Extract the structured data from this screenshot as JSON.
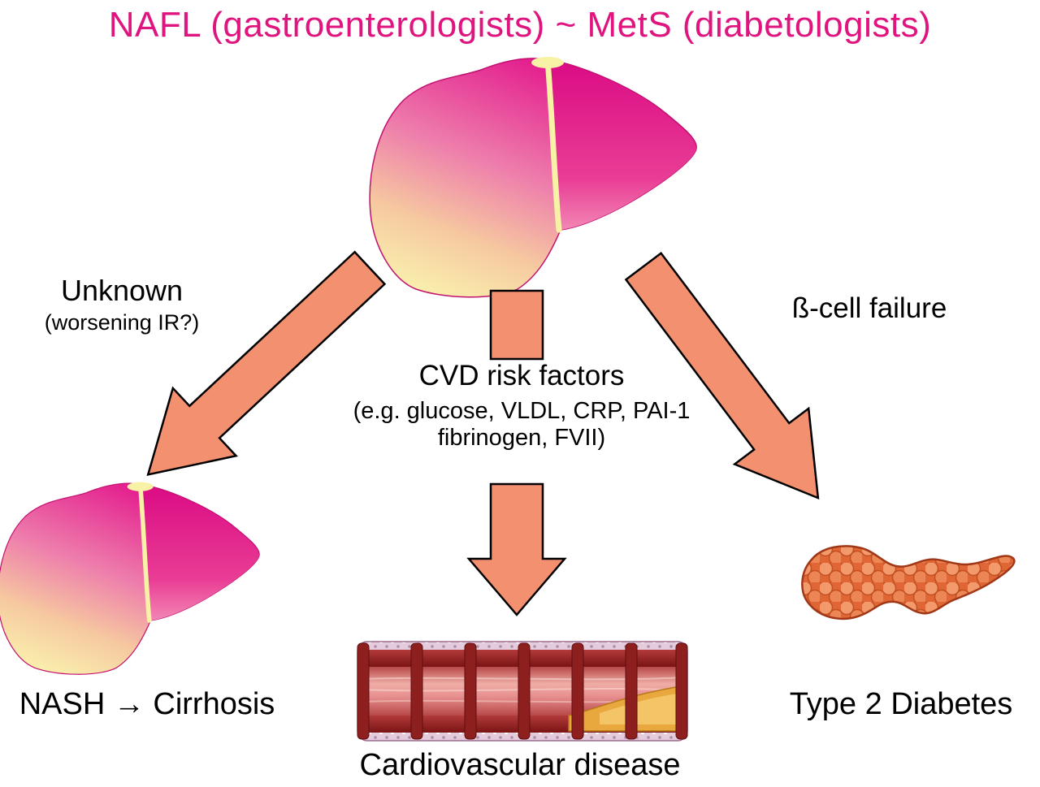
{
  "title": "NAFL (gastroenterologists) ~ MetS (diabetologists)",
  "pathways": {
    "left": {
      "cause": "Unknown",
      "cause_detail": "(worsening IR?)",
      "outcome": "NASH → Cirrhosis"
    },
    "center": {
      "cause": "CVD risk factors",
      "cause_detail_line1": "(e.g. glucose, VLDL, CRP, PAI-1",
      "cause_detail_line2": "fibrinogen, FVII)",
      "outcome": "Cardiovascular disease"
    },
    "right": {
      "cause": "ß-cell failure",
      "outcome": "Type 2 Diabetes"
    }
  },
  "illustrations": {
    "top_center": "liver-illustration",
    "bottom_left": "small-liver-illustration",
    "bottom_center": "artery-cross-section-illustration",
    "bottom_right": "pancreas-illustration"
  },
  "colors": {
    "title": "#E0147F",
    "text": "#000000",
    "arrow_fill": "#F39070",
    "arrow_stroke": "#000000",
    "liver_magenta": "#E2108A",
    "liver_pale_yellow": "#FAF7B0",
    "vessel_wall_red": "#8E1F1F",
    "plaque_yellow": "#E8A83E",
    "pancreas_orange": "#E06636"
  }
}
